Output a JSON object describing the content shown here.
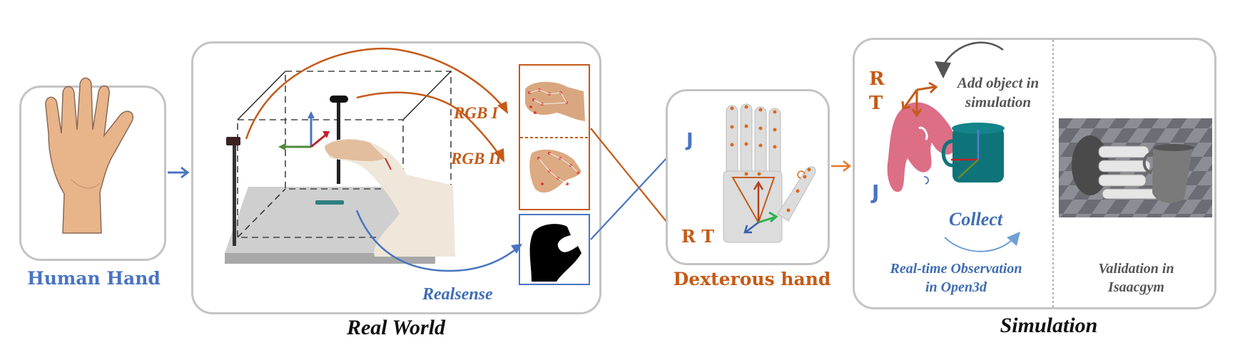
{
  "figure": {
    "stages": {
      "human_hand": {
        "label": "Human Hand"
      },
      "real_world": {
        "caption": "Real World",
        "camera_labels": {
          "rgb1": "RGB I",
          "rgb2": "RGB II",
          "depth": "Realsense"
        }
      },
      "dexterous_hand": {
        "label": "Dexterous hand",
        "inputs": {
          "joint": "J",
          "rot_trans": "R T"
        }
      },
      "simulation": {
        "caption": "Simulation",
        "open3d": {
          "rot": "R",
          "trans": "T",
          "joint": "J",
          "add_object": [
            "Add object in",
            "simulation"
          ],
          "collect": "Collect",
          "observation": [
            "Real-time Observation",
            "in Open3d"
          ]
        },
        "isaacgym": {
          "validation": [
            "Validation in",
            "Isaacgym"
          ]
        }
      }
    },
    "colors": {
      "blue": "#4a74c0",
      "orange": "#c55a17",
      "panel_border": "#c4c4c4",
      "gray_text": "#555555",
      "pointcloud_hand": "#dc6e86",
      "pointcloud_mug": "#0f7479"
    },
    "icons": [
      "hand-photo",
      "capture-rig",
      "rgb-camera",
      "depth-camera",
      "robot-hand",
      "point-cloud",
      "isaacgym-render"
    ]
  }
}
